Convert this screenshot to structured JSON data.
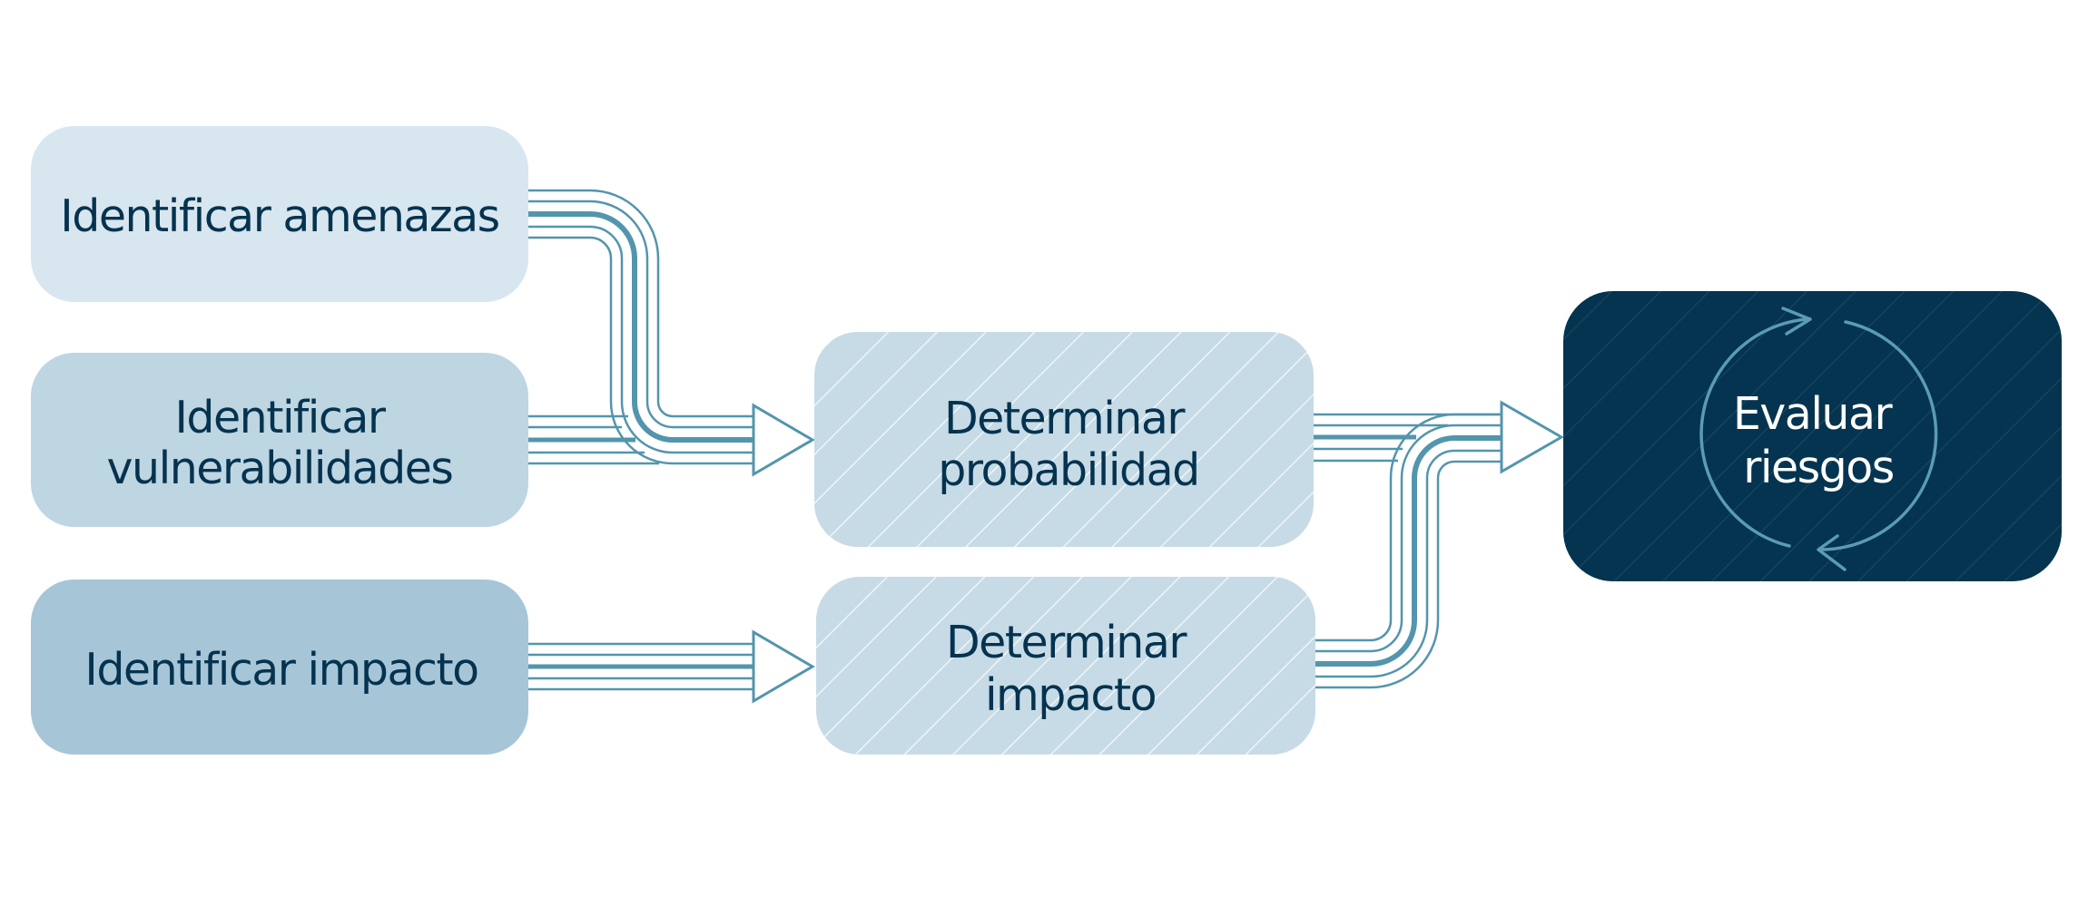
{
  "colors": {
    "background": "#ffffff",
    "box_light": "#d8e6ef",
    "box_mid": "#bed5e2",
    "box_dark": "#a6c6d8",
    "box_hatched": "#c6dbe6",
    "hatch_stroke": "#eef5f9",
    "box_result": "#04344f",
    "result_hatch": "#1a4a64",
    "connector": "#5395ad",
    "text_dark": "#05334f",
    "text_light": "#ffffff",
    "cycle_arrows": "#5b9bb3"
  },
  "nodes": {
    "threats": {
      "line1": "Identificar amenazas"
    },
    "vulnerabilities": {
      "line1": "Identificar",
      "line2": "vulnerabilidades"
    },
    "impact_id": {
      "line1": "Identificar impacto"
    },
    "probability": {
      "line1": "Determinar",
      "line2": "probabilidad"
    },
    "impact_det": {
      "line1": "Determinar",
      "line2": "impacto"
    },
    "risk": {
      "line1": "Evaluar",
      "line2": "riesgos",
      "icon": "cycle-arrows-icon"
    }
  },
  "edges": [
    {
      "from": "threats",
      "to": "probability"
    },
    {
      "from": "vulnerabilities",
      "to": "probability"
    },
    {
      "from": "impact_id",
      "to": "impact_det"
    },
    {
      "from": "probability",
      "to": "risk"
    },
    {
      "from": "impact_det",
      "to": "risk"
    }
  ]
}
